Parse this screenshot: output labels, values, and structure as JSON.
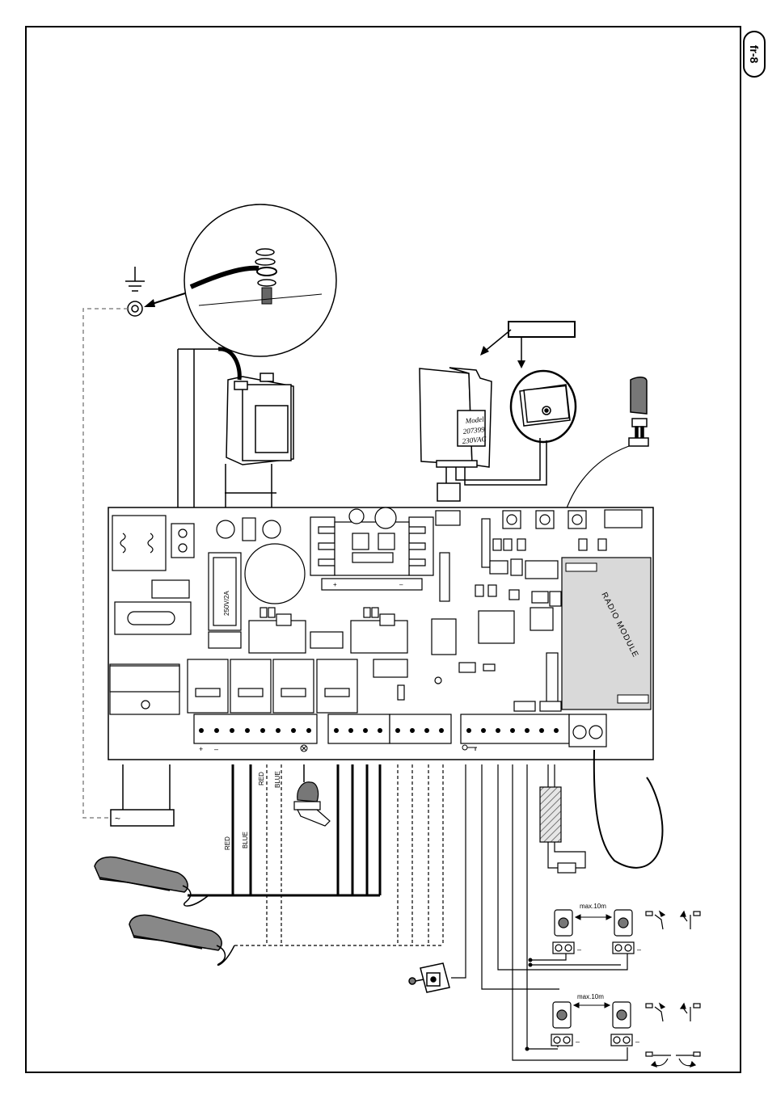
{
  "page_tag": "fr-8",
  "module_label": {
    "line1": "Model",
    "line2": "207399",
    "line3": "230VAC"
  },
  "fuse_label": "250V/2A",
  "radio_module_label": "RADIO MODULE",
  "wire_labels": {
    "red_1": "RED",
    "blue_1": "BLUE",
    "red_2": "RED",
    "blue_2": "BLUE"
  },
  "distance_labels": {
    "upper": "max.10m",
    "lower": "max.10m"
  },
  "terminal_marks": {
    "plus": "+",
    "minus": "–",
    "dash_upper_left": "–",
    "dash_upper_right": "–",
    "dash_lower_left": "–",
    "dash_lower_right": "–"
  },
  "heatsink_marks": {
    "plus": "+",
    "minus": "–"
  },
  "colors": {
    "radio_module_fill": "#d9d9d9",
    "background": "#ffffff",
    "ink": "#000000",
    "resistor_hatch": "#bfbfbf"
  }
}
